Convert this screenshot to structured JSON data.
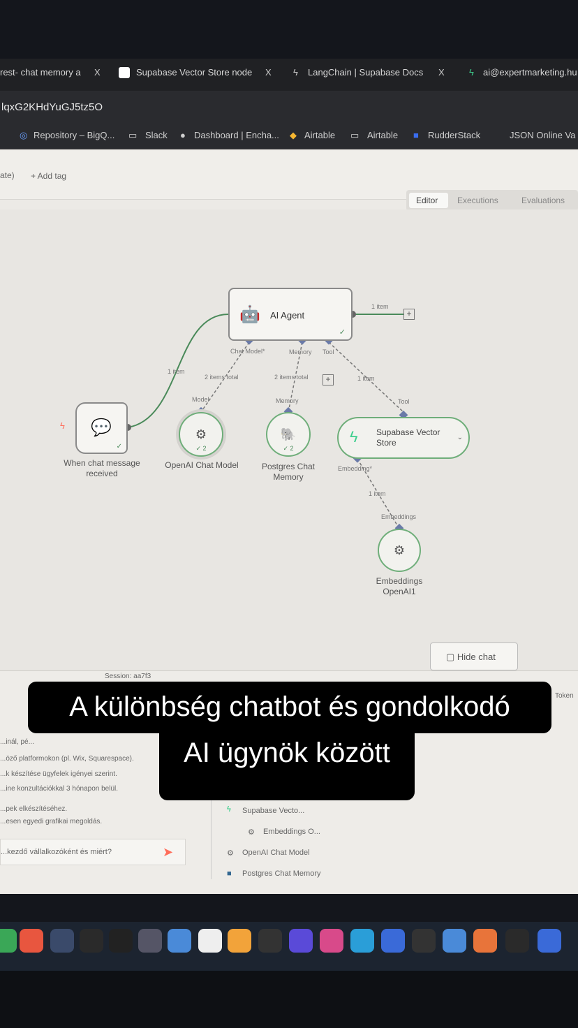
{
  "browser": {
    "tabs": [
      {
        "title": "rest- chat memory a"
      },
      {
        "title": "Supabase Vector Store node"
      },
      {
        "title": "LangChain | Supabase Docs"
      },
      {
        "title": "ai@expertmarketing.hu"
      }
    ],
    "close_glyph": "X",
    "url": "lqxG2KHdYuGJ5tz5O",
    "bookmarks": [
      "Repository – BigQ...",
      "Slack",
      "Dashboard | Encha...",
      "Airtable",
      "Airtable",
      "RudderStack",
      "JSON Online Va"
    ]
  },
  "header": {
    "workflow_suffix": "ate)",
    "add_tag": "+ Add tag",
    "tabs": [
      "Editor",
      "Executions",
      "Evaluations"
    ],
    "active_tab": "Editor"
  },
  "canvas": {
    "nodes": {
      "agent": "AI Agent",
      "trigger": "When chat message received",
      "openai": "OpenAI Chat Model",
      "postgres": "Postgres Chat Memory",
      "supabase": "Supabase Vector Store",
      "embeddings": "Embeddings OpenAI1"
    },
    "ports": {
      "chat_model": "Chat Model*",
      "memory": "Memory",
      "tool": "Tool",
      "model": "Model",
      "memory_in": "Memory",
      "tool_in": "Tool",
      "embedding": "Embedding*",
      "embeddings_in": "Embeddings"
    },
    "edges": {
      "trigger_agent": "1 item",
      "agent_out": "1 item",
      "model": "2 items total",
      "memory": "2 items total",
      "tool": "1 item",
      "embedding": "1 item"
    },
    "run_counts": {
      "openai": "✓ 2",
      "postgres": "✓ 2"
    },
    "hide_chat": "Hide chat"
  },
  "chat": {
    "session": "Session: aa7f3",
    "messages": [
      "...inál, pé...",
      "...öző platformokon (pl. Wix, Squarespace).",
      "...k készítése ügyfelek igényei szerint.",
      "...ine konzultációkkal 3 hónapon belül.",
      "...pek elkészítéséhez.",
      "...esen egyedi grafikai megoldás."
    ],
    "input": "...kezdő vállalkozóként és miért?",
    "tokens": "Token",
    "logs_tree": [
      "Supabase Vecto...",
      "Embeddings O...",
      "OpenAI Chat Model",
      "Postgres Chat Memory"
    ]
  },
  "caption": {
    "line1": "A különbség chatbot és gondolkodó",
    "line2": "AI ügynök között"
  },
  "colors": {
    "accent_green": "#6fae7a",
    "n8n_trigger": "#ff6d5a",
    "supabase": "#3ecf8e"
  }
}
